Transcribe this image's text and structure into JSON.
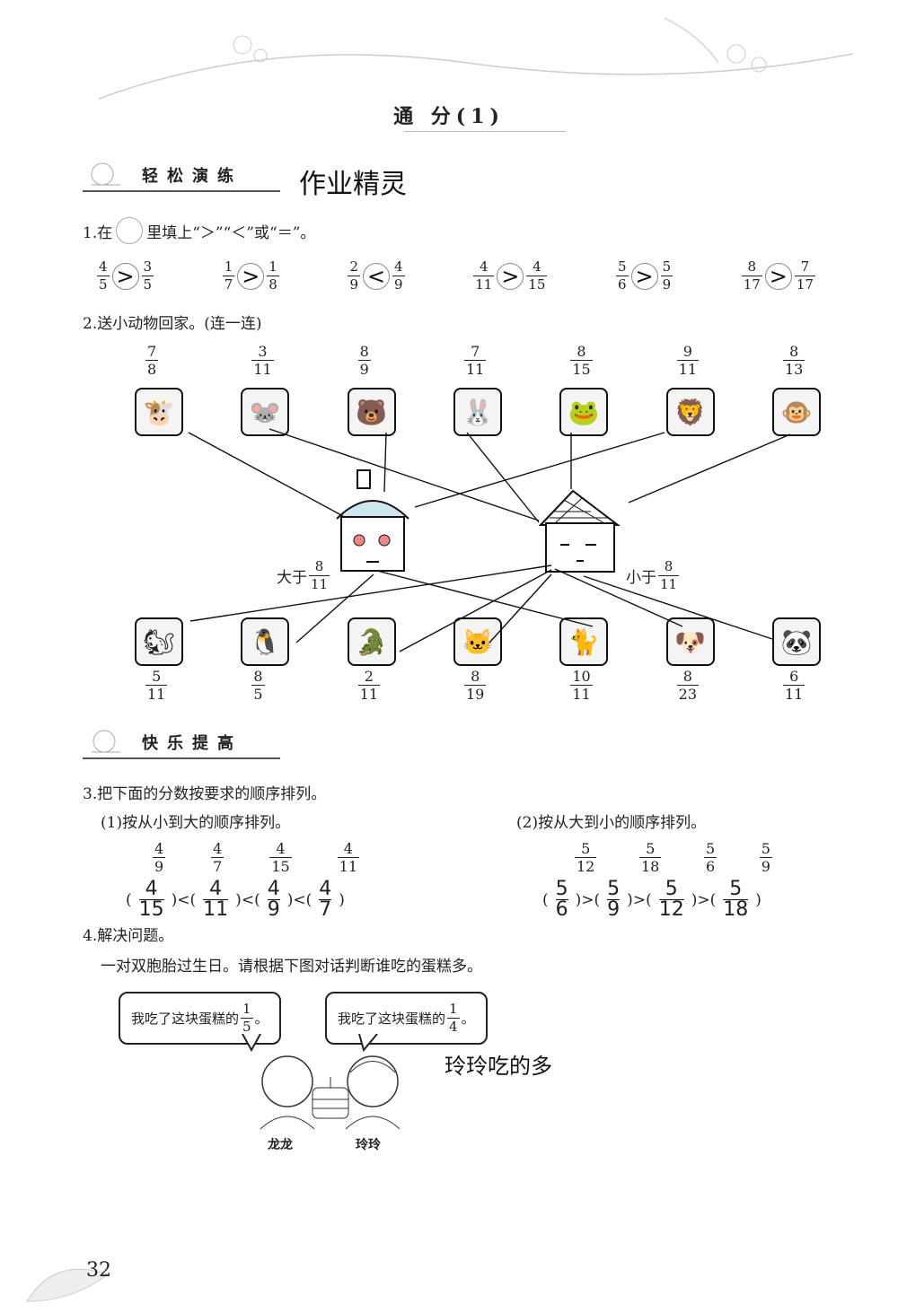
{
  "page": {
    "title": "通 分(1)",
    "number": "32",
    "header_handwriting": "作业精灵"
  },
  "sections": {
    "practice": "轻松演练",
    "advance": "快乐提高"
  },
  "q1": {
    "prompt_before": "1.在",
    "prompt_after": "里填上“＞”“＜”或“＝”。",
    "items": [
      {
        "a_n": "4",
        "a_d": "5",
        "sign": ">",
        "b_n": "3",
        "b_d": "5"
      },
      {
        "a_n": "1",
        "a_d": "7",
        "sign": ">",
        "b_n": "1",
        "b_d": "8"
      },
      {
        "a_n": "2",
        "a_d": "9",
        "sign": "<",
        "b_n": "4",
        "b_d": "9"
      },
      {
        "a_n": "4",
        "a_d": "11",
        "sign": ">",
        "b_n": "4",
        "b_d": "15"
      },
      {
        "a_n": "5",
        "a_d": "6",
        "sign": ">",
        "b_n": "5",
        "b_d": "9"
      },
      {
        "a_n": "8",
        "a_d": "17",
        "sign": ">",
        "b_n": "7",
        "b_d": "17"
      }
    ]
  },
  "q2": {
    "prompt": "2.送小动物回家。(连一连)",
    "top_animals": [
      {
        "n": "7",
        "d": "8",
        "icon": "cow-icon",
        "glyph": "🐮"
      },
      {
        "n": "3",
        "d": "11",
        "icon": "mouse-icon",
        "glyph": "🐭"
      },
      {
        "n": "8",
        "d": "9",
        "icon": "bear-icon",
        "glyph": "🐻"
      },
      {
        "n": "7",
        "d": "11",
        "icon": "rabbit-icon",
        "glyph": "🐰"
      },
      {
        "n": "8",
        "d": "15",
        "icon": "frog-icon",
        "glyph": "🐸"
      },
      {
        "n": "9",
        "d": "11",
        "icon": "lion-icon",
        "glyph": "🦁"
      },
      {
        "n": "8",
        "d": "13",
        "icon": "monkey-icon",
        "glyph": "🐵"
      }
    ],
    "bottom_animals": [
      {
        "n": "5",
        "d": "11",
        "icon": "squirrel-icon",
        "glyph": "🐿"
      },
      {
        "n": "8",
        "d": "5",
        "icon": "penguin-icon",
        "glyph": "🐧"
      },
      {
        "n": "2",
        "d": "11",
        "icon": "crocodile-icon",
        "glyph": "🐊"
      },
      {
        "n": "8",
        "d": "19",
        "icon": "cat-icon",
        "glyph": "🐱"
      },
      {
        "n": "10",
        "d": "11",
        "icon": "cats-icon",
        "glyph": "🐈"
      },
      {
        "n": "8",
        "d": "23",
        "icon": "dog-icon",
        "glyph": "🐶"
      },
      {
        "n": "6",
        "d": "11",
        "icon": "panda-icon",
        "glyph": "🐼"
      }
    ],
    "house_left": {
      "label": "大于",
      "n": "8",
      "d": "11"
    },
    "house_right": {
      "label": "小于",
      "n": "8",
      "d": "11"
    }
  },
  "q3": {
    "prompt": "3.把下面的分数按要求的顺序排列。",
    "part1": {
      "label": "(1)按从小到大的顺序排列。",
      "fractions": [
        {
          "n": "4",
          "d": "9"
        },
        {
          "n": "4",
          "d": "7"
        },
        {
          "n": "4",
          "d": "15"
        },
        {
          "n": "4",
          "d": "11"
        }
      ],
      "answers": [
        {
          "n": "4",
          "d": "15"
        },
        {
          "n": "4",
          "d": "11"
        },
        {
          "n": "4",
          "d": "9"
        },
        {
          "n": "4",
          "d": "7"
        }
      ],
      "sign": "<"
    },
    "part2": {
      "label": "(2)按从大到小的顺序排列。",
      "fractions": [
        {
          "n": "5",
          "d": "12"
        },
        {
          "n": "5",
          "d": "18"
        },
        {
          "n": "5",
          "d": "6"
        },
        {
          "n": "5",
          "d": "9"
        }
      ],
      "answers": [
        {
          "n": "5",
          "d": "6"
        },
        {
          "n": "5",
          "d": "9"
        },
        {
          "n": "5",
          "d": "12"
        },
        {
          "n": "5",
          "d": "18"
        }
      ],
      "sign": ">"
    }
  },
  "q4": {
    "prompt": "4.解决问题。",
    "text": "一对双胞胎过生日。请根据下图对话判断谁吃的蛋糕多。",
    "bubble_left": {
      "text": "我吃了这块蛋糕的",
      "n": "1",
      "d": "5",
      "end": "。"
    },
    "bubble_right": {
      "text": "我吃了这块蛋糕的",
      "n": "1",
      "d": "4",
      "end": "。"
    },
    "name_left": "龙龙",
    "name_right": "玲玲",
    "answer": "玲玲吃的多"
  }
}
